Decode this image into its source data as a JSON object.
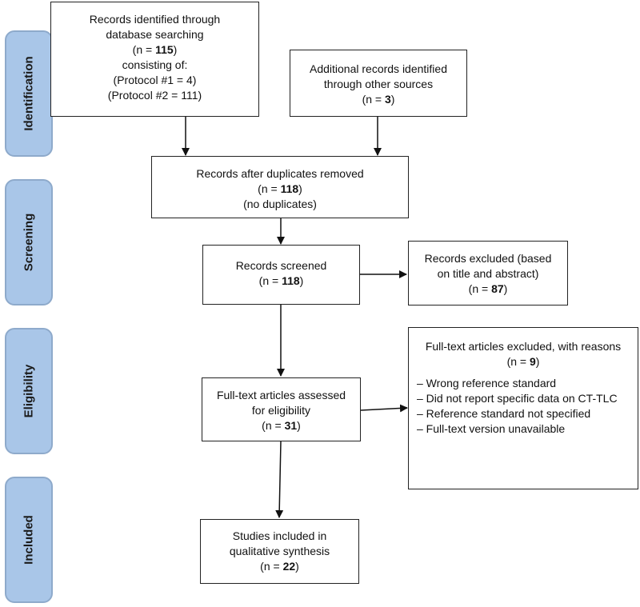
{
  "stages": [
    {
      "id": "identification",
      "label": "Identification"
    },
    {
      "id": "screening",
      "label": "Screening"
    },
    {
      "id": "eligibility",
      "label": "Eligibility"
    },
    {
      "id": "included",
      "label": "Included"
    }
  ],
  "boxes": {
    "database": {
      "line1": "Records identified through",
      "line2": "database searching",
      "n_prefix": "(n = ",
      "n_value": "115",
      "n_suffix": ")",
      "line4": "consisting of:",
      "line5": "(Protocol #1 = 4)",
      "line6": "(Protocol #2 = 111)"
    },
    "other_sources": {
      "line1": "Additional records identified",
      "line2": "through other sources",
      "n_prefix": "(n = ",
      "n_value": "3",
      "n_suffix": ")"
    },
    "duplicates_removed": {
      "line1": "Records after duplicates removed",
      "n_prefix": "(n = ",
      "n_value": "118",
      "n_suffix": ")",
      "line3": "(no duplicates)"
    },
    "screened": {
      "line1": "Records screened",
      "n_prefix": "(n = ",
      "n_value": "118",
      "n_suffix": ")"
    },
    "excluded": {
      "line1": "Records excluded (based",
      "line2": "on title and abstract)",
      "n_prefix": "(n = ",
      "n_value": "87",
      "n_suffix": ")"
    },
    "fulltext_assessed": {
      "line1": "Full-text articles assessed",
      "line2": "for eligibility",
      "n_prefix": "(n = ",
      "n_value": "31",
      "n_suffix": ")"
    },
    "fulltext_excluded": {
      "line1": "Full-text articles excluded, with reasons",
      "n_prefix": "(n = ",
      "n_value": "9",
      "n_suffix": ")",
      "reasons": [
        "– Wrong reference standard",
        "– Did not report specific data on CT-TLC",
        "– Reference standard not specified",
        "– Full-text version unavailable"
      ]
    },
    "included": {
      "line1": "Studies included in",
      "line2": "qualitative synthesis",
      "n_prefix": "(n = ",
      "n_value": "22",
      "n_suffix": ")"
    }
  }
}
